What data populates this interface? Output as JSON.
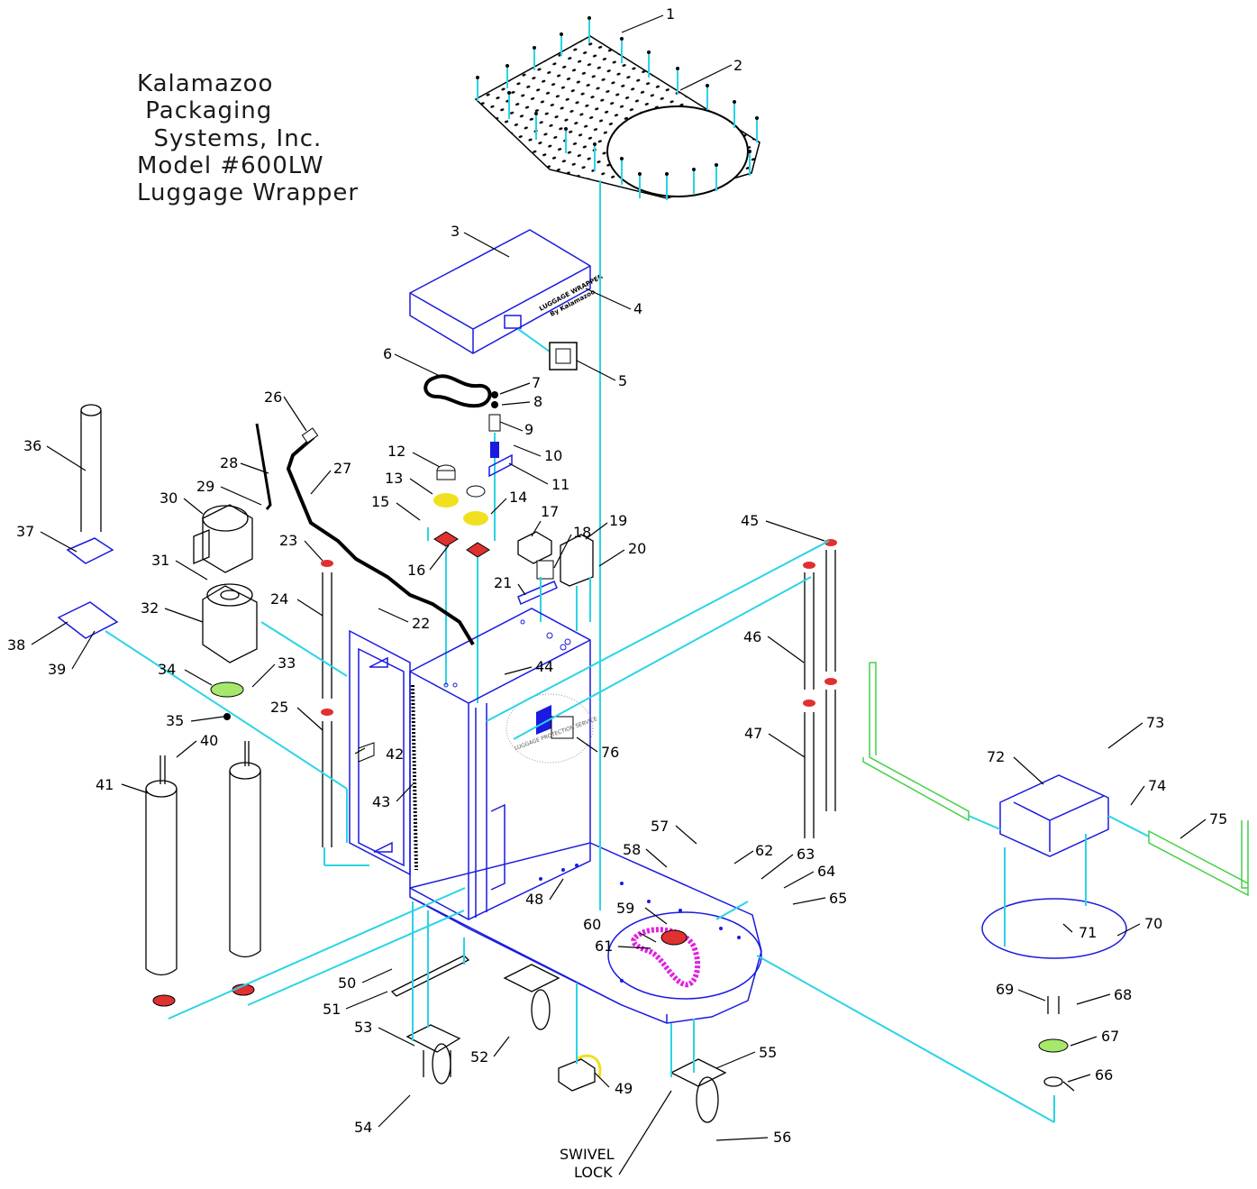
{
  "title": {
    "lines": [
      "Kalamazoo",
      " Packaging",
      "  Systems, Inc.",
      "Model #600LW",
      "Luggage Wrapper"
    ]
  },
  "panel_label": {
    "line1": "LUGGAGE WRAPPER",
    "line2": "By Kalamazoo"
  },
  "seal_text": "LUGGAGE PROTECTION SERVICE",
  "swivel_lock": [
    "SWIVEL",
    "LOCK"
  ],
  "callouts": [
    "1",
    "2",
    "3",
    "4",
    "5",
    "6",
    "7",
    "8",
    "9",
    "10",
    "11",
    "12",
    "13",
    "14",
    "15",
    "16",
    "17",
    "18",
    "19",
    "20",
    "21",
    "22",
    "23",
    "24",
    "25",
    "26",
    "27",
    "28",
    "29",
    "30",
    "31",
    "32",
    "33",
    "34",
    "35",
    "36",
    "37",
    "38",
    "39",
    "40",
    "41",
    "42",
    "43",
    "44",
    "45",
    "46",
    "47",
    "48",
    "49",
    "50",
    "51",
    "52",
    "53",
    "54",
    "55",
    "56",
    "57",
    "58",
    "59",
    "60",
    "61",
    "62",
    "63",
    "64",
    "65",
    "66",
    "67",
    "68",
    "69",
    "70",
    "71",
    "72",
    "73",
    "74",
    "75",
    "76"
  ],
  "colors": {
    "leader_cyan": "#2ad4e6",
    "part_blue": "#1a1ae0",
    "accent_green": "#44d144",
    "accent_red": "#e03030",
    "accent_magenta": "#e020e0",
    "accent_yellow": "#f0e020"
  }
}
